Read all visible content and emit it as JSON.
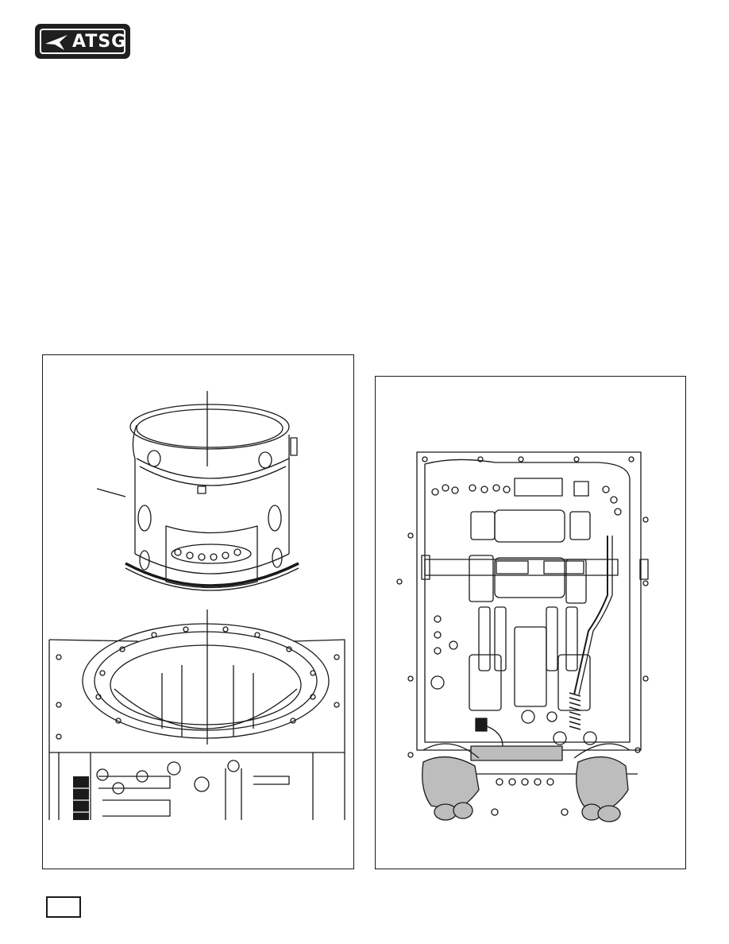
{
  "header": {
    "logo_text": "ATSG"
  },
  "figures": [
    {
      "id": "left",
      "subject": "oil-pump-housing-and-case-illustration"
    },
    {
      "id": "right",
      "subject": "valve-body-with-hands-illustration"
    }
  ],
  "colors": {
    "ink": "#1a1a1a",
    "shade": "#bdbdbd",
    "paper": "#ffffff"
  }
}
